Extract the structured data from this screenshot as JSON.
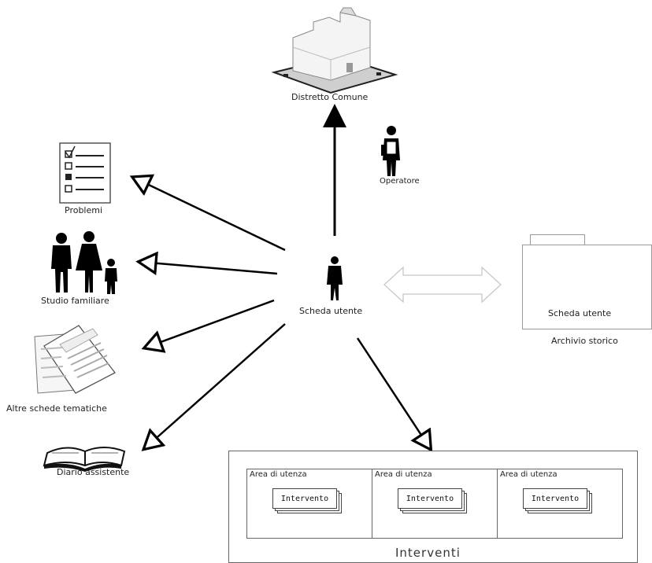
{
  "nodes": {
    "district": {
      "label": "Distretto Comune"
    },
    "operator": {
      "label": "Operatore"
    },
    "problems": {
      "label": "Problemi"
    },
    "family": {
      "label": "Studio familiare"
    },
    "other_sheets": {
      "label": "Altre schede tematiche"
    },
    "diary": {
      "label": "Diario assistente"
    },
    "user_sheet": {
      "label": "Scheda utente"
    },
    "archive": {
      "inner_label": "Scheda utente",
      "label": "Archivio storico"
    }
  },
  "interventi": {
    "title": "Interventi",
    "areas": [
      {
        "title": "Area di utenza",
        "card_label": "Intervento"
      },
      {
        "title": "Area di utenza",
        "card_label": "Intervento"
      },
      {
        "title": "Area di utenza",
        "card_label": "Intervento"
      }
    ]
  }
}
